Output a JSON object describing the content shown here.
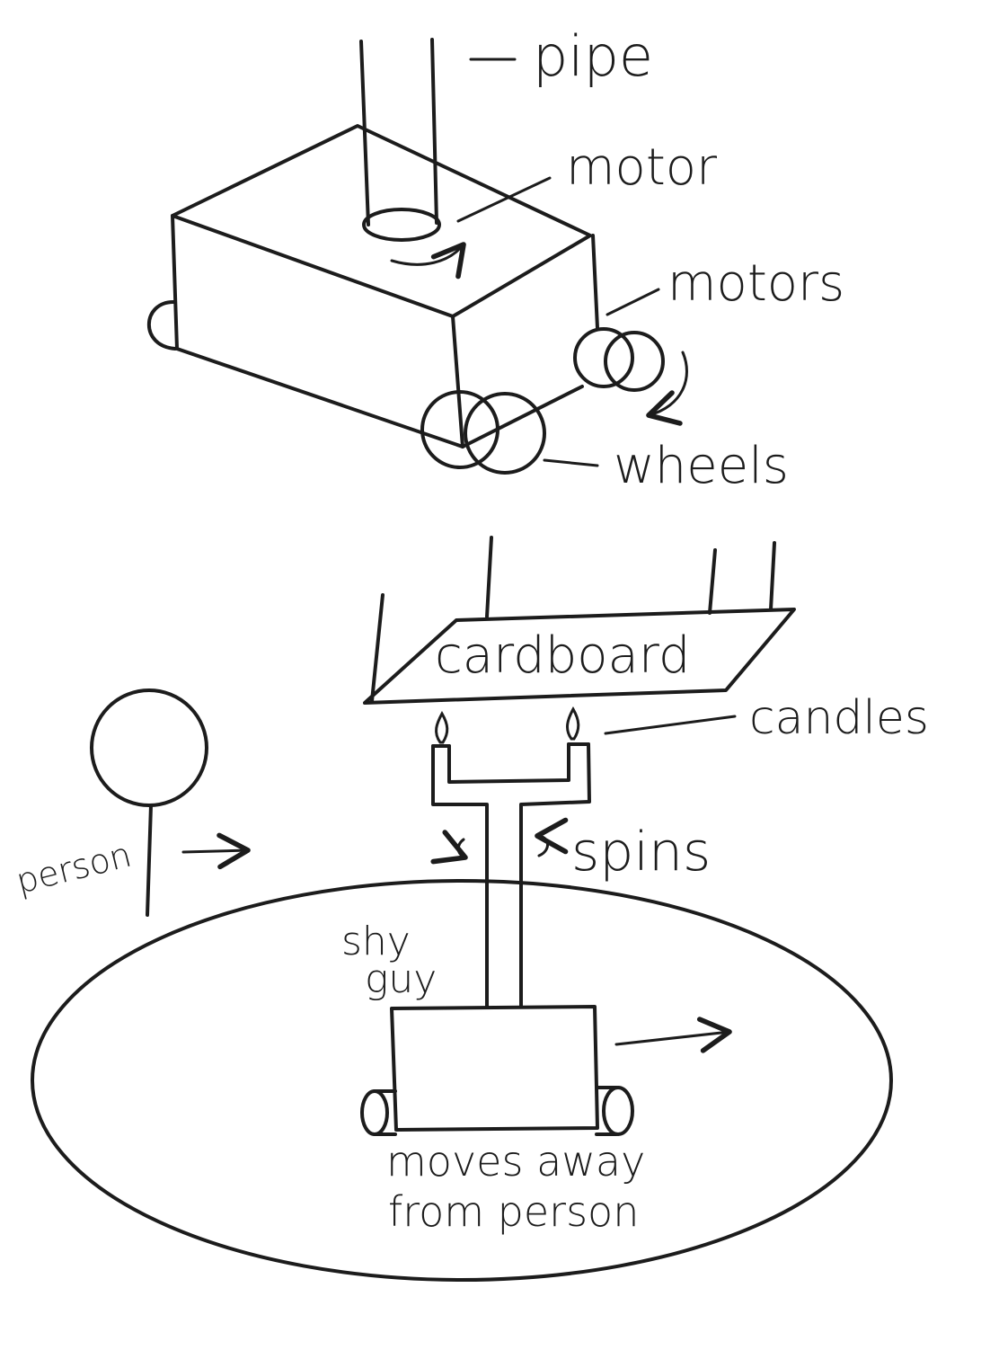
{
  "top_diagram": {
    "labels": {
      "pipe": "pipe",
      "motor": "motor",
      "motors": "motors",
      "wheels": "wheels"
    }
  },
  "bottom_diagram": {
    "labels": {
      "cardboard": "cardboard",
      "candles": "candles",
      "spins": "spins",
      "person": "person",
      "shy_guy_line1": "shy",
      "shy_guy_line2": "guy",
      "moves_line1": "moves away",
      "moves_line2": "from person"
    }
  },
  "colors": {
    "ink": "#1c1c1c",
    "paper": "#ffffff"
  }
}
